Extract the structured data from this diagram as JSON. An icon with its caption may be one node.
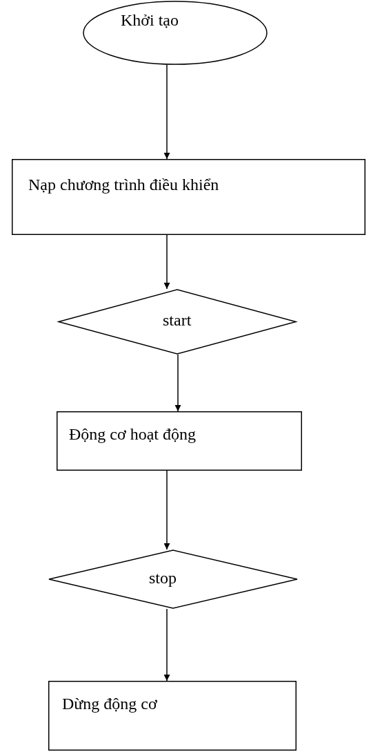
{
  "diagram": {
    "nodes": [
      {
        "text": [
          "Khởi tạo"
        ]
      },
      {
        "text": [
          "Nạp chương trình điều khiển"
        ]
      },
      {
        "text": [
          "start"
        ]
      },
      {
        "text": [
          "Động cơ hoạt động"
        ]
      },
      {
        "text": [
          "stop"
        ]
      },
      {
        "text": [
          "Dừng động cơ"
        ]
      }
    ],
    "edges": [
      {
        "from": 0,
        "to": 1,
        "arrow": "to"
      },
      {
        "from": 1,
        "to": 2,
        "arrow": "to"
      },
      {
        "from": 2,
        "to": 3,
        "arrow": "to"
      },
      {
        "from": 3,
        "to": 4,
        "arrow": "to"
      },
      {
        "from": 4,
        "to": 5,
        "arrow": "to"
      }
    ]
  }
}
